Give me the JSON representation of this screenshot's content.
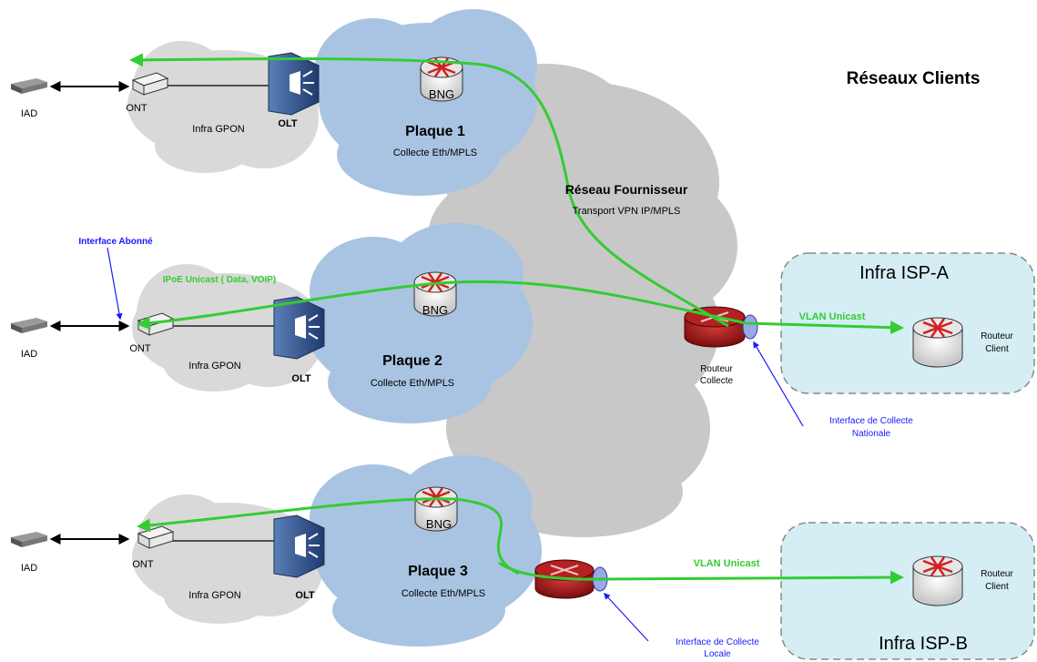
{
  "title": "Réseaux Clients",
  "provider": {
    "name": "Réseau Fournisseur",
    "sub": "Transport VPN IP/MPLS"
  },
  "plaques": [
    {
      "name": "Plaque 1",
      "sub": "Collecte Eth/MPLS"
    },
    {
      "name": "Plaque 2",
      "sub": "Collecte Eth/MPLS"
    },
    {
      "name": "Plaque 3",
      "sub": "Collecte Eth/MPLS"
    }
  ],
  "access_rows": [
    {
      "iad": "IAD",
      "ont": "ONT",
      "gpon": "Infra GPON",
      "olt": "OLT",
      "bng": "BNG"
    },
    {
      "iad": "IAD",
      "ont": "ONT",
      "gpon": "Infra GPON",
      "olt": "OLT",
      "bng": "BNG"
    },
    {
      "iad": "IAD",
      "ont": "ONT",
      "gpon": "Infra GPON",
      "olt": "OLT",
      "bng": "BNG"
    }
  ],
  "annotations": {
    "interface_abonne": "Interface Abonné",
    "ipoe": "IPoE Unicast ( Data, VOIP)",
    "vlan_a": "VLAN Unicast",
    "vlan_b": "VLAN Unicast",
    "collecte_nationale_1": "Interface de Collecte",
    "collecte_nationale_2": "Nationale",
    "collecte_locale_1": "Interface de Collecte",
    "collecte_locale_2": "Locale"
  },
  "routeur_collecte": {
    "line1": "Routeur",
    "line2": "Collecte"
  },
  "isps": [
    {
      "name": "Infra ISP-A",
      "router_line1": "Routeur",
      "router_line2": "Client"
    },
    {
      "name": "Infra ISP-B",
      "router_line1": "Routeur",
      "router_line2": "Client"
    }
  ],
  "colors": {
    "path": "#33cc33",
    "annotation": "#1a1aff",
    "ipoe": "#33cc33",
    "gpon_cloud": "#d9d9d9",
    "plaque_cloud": "#a9c4e2",
    "provider_cloud": "#c8c8c8",
    "isp_box": "#d4eef3"
  }
}
